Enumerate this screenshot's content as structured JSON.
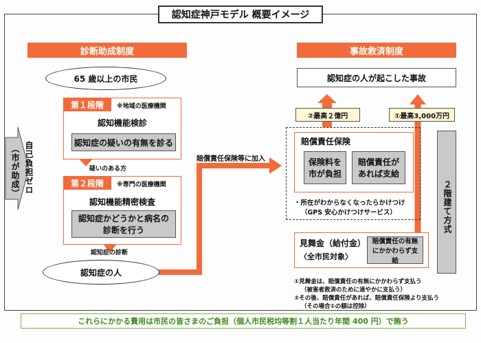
{
  "title": "認知症神戸モデル 概要イメージ",
  "left": {
    "header": "診断助成制度",
    "citizens": "65 歳以上の市民",
    "stage1": {
      "label": "第１段階",
      "note": "※地域の医療機関",
      "title": "認知機能検診",
      "desc": "認知症の疑いの有無を診る"
    },
    "between": "疑いのある方",
    "stage2": {
      "label": "第２段階",
      "note": "※専門の医療機関",
      "title": "認知機能精密検査",
      "desc": "認知症かどうかと病名の診断を行う"
    },
    "diagnosis": "認知症の診断",
    "person": "認知症の人",
    "side_main": "自己負担ゼロ",
    "side_sub": "（市が助成）"
  },
  "connector": "賠償責任保険等に加入",
  "right": {
    "header": "事故救済制度",
    "accident": "認知症の人が起こした事故",
    "limit2": "②最高２億円",
    "limit1": "①最高3,000万円",
    "insurance_title": "賠償責任保険",
    "premium": "保険料を市が負担",
    "liability_pay": "賠償責任があれば支給",
    "gps_line1": "・所在がわからなくなったらかけつけ",
    "gps_line2": "（GPS 安心かけつけサービス）",
    "benefit_title": "見舞金（給付金）",
    "benefit_sub": "〈全市民対象〉",
    "benefit_box": "賠償責任の有無にかかわらず支給",
    "side": "２階建て方式",
    "notes": [
      "①見舞金は、賠償責任の有無にかかわらず支払う",
      "（被害者救済のために速やかに支払う）",
      "②その後、賠償責任があれば、賠償責任保険より支払う",
      "（その場合①の額は控除）"
    ]
  },
  "footer": "これらにかかる費用は市民の皆さまのご負担（個人市民税均等割１人当たり年間 400 円）で賄う",
  "colors": {
    "accent": "#f26b3a",
    "green": "#3f8a1a",
    "gray": "#c9c9c9"
  }
}
